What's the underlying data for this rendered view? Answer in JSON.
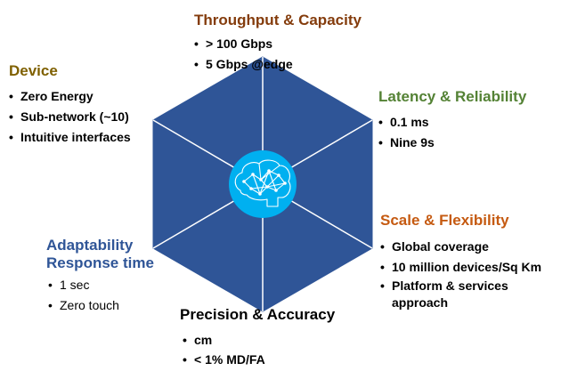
{
  "colors": {
    "hex_fill": "#2F5597",
    "hex_lines": "#ffffff",
    "center_fill": "#00B0F0",
    "throughput_title": "#843C0C",
    "device_title": "#7F6000",
    "latency_title": "#548235",
    "scale_title": "#C55A11",
    "adaptability_title": "#2F5597",
    "precision_title": "#000000"
  },
  "center_icon": "brain-network-icon",
  "segments": {
    "throughput": {
      "title": "Throughput & Capacity",
      "items": [
        "> 100 Gbps",
        "5 Gbps @edge"
      ]
    },
    "device": {
      "title": "Device",
      "items": [
        "Zero Energy",
        "Sub-network (~10)",
        "Intuitive interfaces"
      ]
    },
    "latency": {
      "title": "Latency & Reliability",
      "items": [
        "0.1 ms",
        "Nine 9s"
      ]
    },
    "scale": {
      "title": "Scale & Flexibility",
      "items": [
        "Global coverage",
        "10 million devices/Sq Km",
        "Platform & services",
        "approach"
      ]
    },
    "adaptability": {
      "title_line1": "Adaptability",
      "title_line2": "Response time",
      "items": [
        "1 sec",
        "Zero touch"
      ]
    },
    "precision": {
      "title": "Precision & Accuracy",
      "items": [
        "cm",
        "< 1% MD/FA"
      ]
    }
  }
}
